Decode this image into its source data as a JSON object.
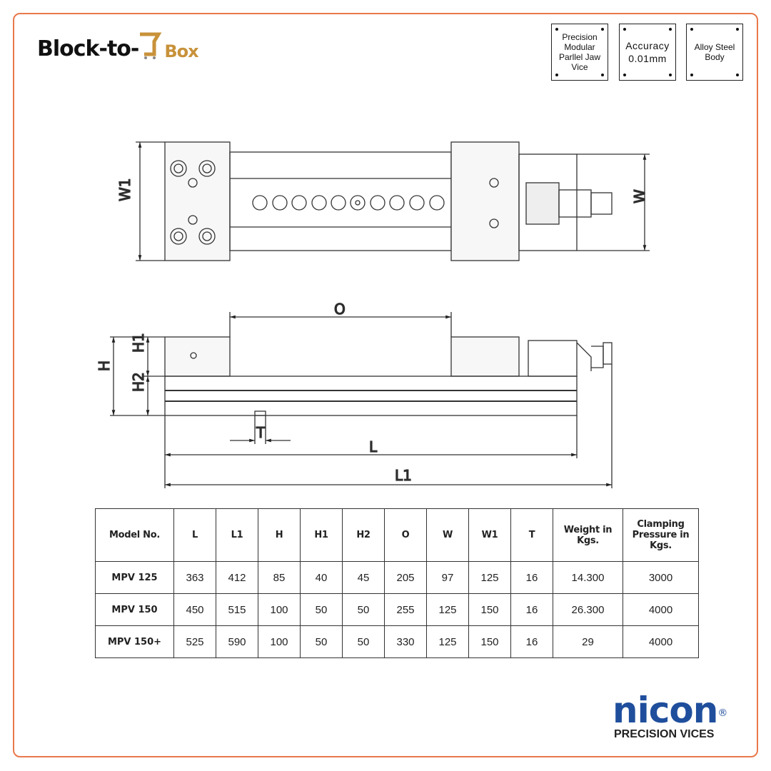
{
  "brand": {
    "name_main": "Block-to-",
    "name_accent": "Box",
    "accent_color": "#c8923a"
  },
  "badges": [
    {
      "text": "Precision Modular Parllel Jaw Vice"
    },
    {
      "text": "Accuracy 0.01mm"
    },
    {
      "text": "Alloy Steel Body"
    }
  ],
  "drawing": {
    "W1": "W1",
    "W": "W",
    "O": "O",
    "H": "H",
    "H1": "H1",
    "H2": "H2",
    "T": "T",
    "L": "L",
    "L1": "L1"
  },
  "table": {
    "headers": [
      "Model No.",
      "L",
      "L1",
      "H",
      "H1",
      "H2",
      "O",
      "W",
      "W1",
      "T",
      "Weight in Kgs.",
      "Clamping Pressure in Kgs."
    ],
    "rows": [
      [
        "MPV 125",
        "363",
        "412",
        "85",
        "40",
        "45",
        "205",
        "97",
        "125",
        "16",
        "14.300",
        "3000"
      ],
      [
        "MPV 150",
        "450",
        "515",
        "100",
        "50",
        "50",
        "255",
        "125",
        "150",
        "16",
        "26.300",
        "4000"
      ],
      [
        "MPV 150+",
        "525",
        "590",
        "100",
        "50",
        "50",
        "330",
        "125",
        "150",
        "16",
        "29",
        "4000"
      ]
    ]
  },
  "maker": {
    "name": "nicon",
    "reg": "®",
    "tagline": "PRECISION VICES",
    "color": "#1f4e9c"
  },
  "frame_color": "#e9784a"
}
